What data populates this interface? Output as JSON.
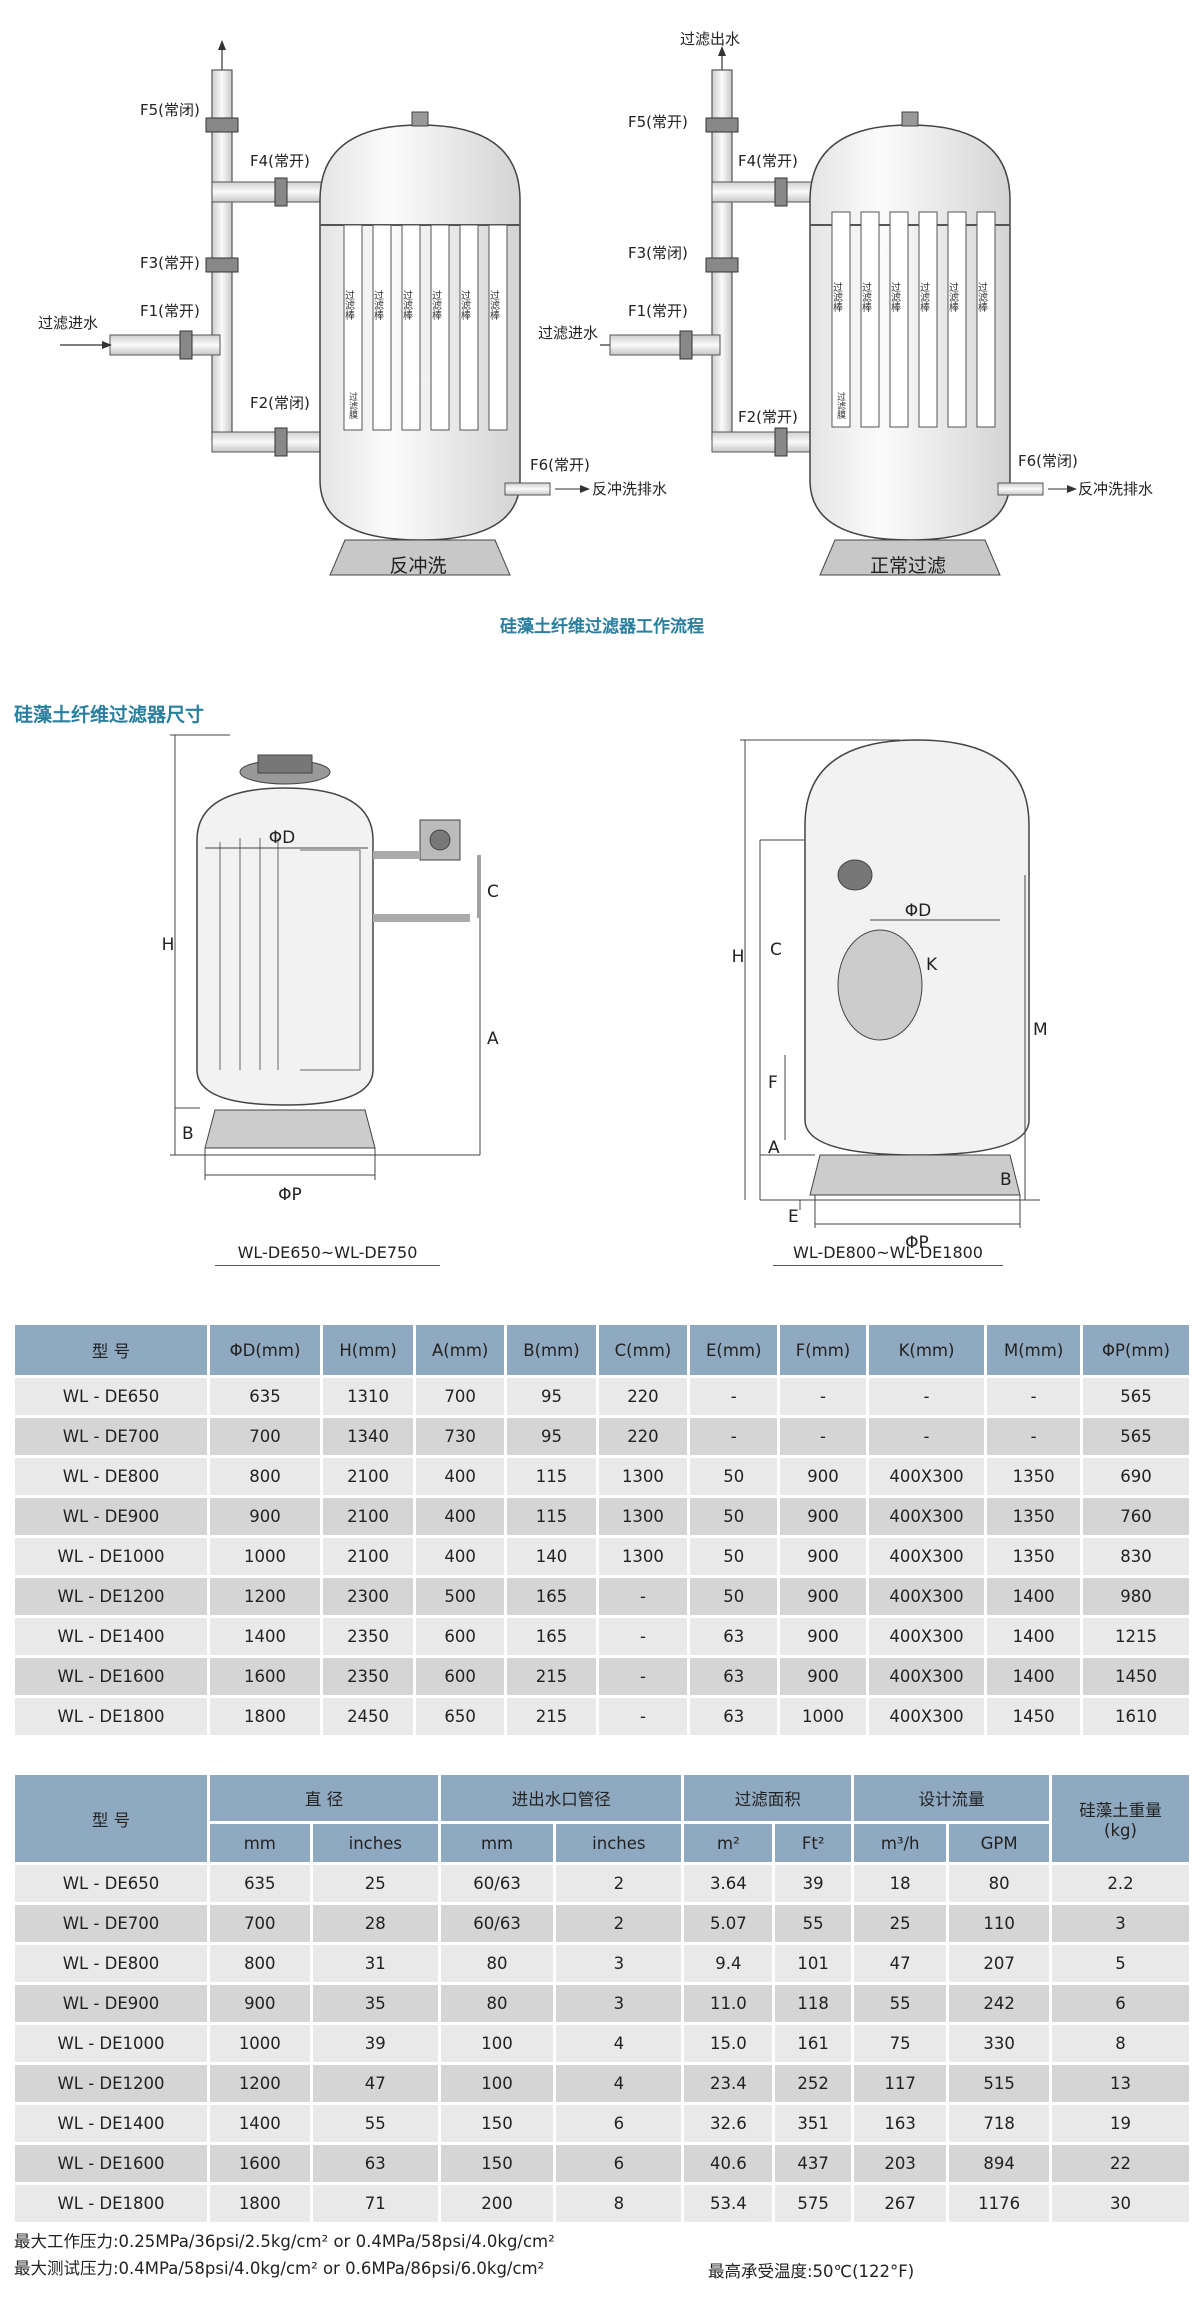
{
  "flow_diagram": {
    "left": {
      "labels": {
        "f5": "F5(常闭)",
        "f4": "F4(常开)",
        "f3": "F3(常开)",
        "f1": "F1(常开)",
        "f2": "F2(常闭)",
        "f6": "F6(常开)",
        "inlet": "过滤进水",
        "drain": "反冲洗排水"
      },
      "rod_text": "过滤棒",
      "film_text": "过滤膜",
      "caption": "反冲洗"
    },
    "right": {
      "labels": {
        "outlet": "过滤出水",
        "f5": "F5(常开)",
        "f4": "F4(常开)",
        "f3": "F3(常闭)",
        "f1": "F1(常开)",
        "f2": "F2(常开)",
        "f6": "F6(常闭)",
        "inlet": "过滤进水",
        "drain": "反冲洗排水"
      },
      "rod_text": "过滤棒",
      "film_text": "过滤膜",
      "caption": "正常过滤"
    },
    "title": "硅藻土纤维过滤器工作流程"
  },
  "dimensions_section": {
    "title": "硅藻土纤维过滤器尺寸",
    "left_model": "WL-DE650~WL-DE750",
    "right_model": "WL-DE800~WL-DE1800",
    "left_labels": {
      "d": "ΦD",
      "h": "H",
      "c": "C",
      "a": "A",
      "b": "B",
      "p": "ΦP"
    },
    "right_labels": {
      "d": "ΦD",
      "h": "H",
      "c": "C",
      "k": "K",
      "m": "M",
      "f": "F",
      "a": "A",
      "b": "B",
      "e": "E",
      "p": "ΦP"
    }
  },
  "spec_table": {
    "headers": [
      "型  号",
      "ΦD(mm)",
      "H(mm)",
      "A(mm)",
      "B(mm)",
      "C(mm)",
      "E(mm)",
      "F(mm)",
      "K(mm)",
      "M(mm)",
      "ΦP(mm)"
    ],
    "rows": [
      [
        "WL - DE650",
        "635",
        "1310",
        "700",
        "95",
        "220",
        "-",
        "-",
        "-",
        "-",
        "565"
      ],
      [
        "WL - DE700",
        "700",
        "1340",
        "730",
        "95",
        "220",
        "-",
        "-",
        "-",
        "-",
        "565"
      ],
      [
        "WL - DE800",
        "800",
        "2100",
        "400",
        "115",
        "1300",
        "50",
        "900",
        "400X300",
        "1350",
        "690"
      ],
      [
        "WL - DE900",
        "900",
        "2100",
        "400",
        "115",
        "1300",
        "50",
        "900",
        "400X300",
        "1350",
        "760"
      ],
      [
        "WL - DE1000",
        "1000",
        "2100",
        "400",
        "140",
        "1300",
        "50",
        "900",
        "400X300",
        "1350",
        "830"
      ],
      [
        "WL - DE1200",
        "1200",
        "2300",
        "500",
        "165",
        "-",
        "50",
        "900",
        "400X300",
        "1400",
        "980"
      ],
      [
        "WL - DE1400",
        "1400",
        "2350",
        "600",
        "165",
        "-",
        "63",
        "900",
        "400X300",
        "1400",
        "1215"
      ],
      [
        "WL - DE1600",
        "1600",
        "2350",
        "600",
        "215",
        "-",
        "63",
        "900",
        "400X300",
        "1400",
        "1450"
      ],
      [
        "WL - DE1800",
        "1800",
        "2450",
        "650",
        "215",
        "-",
        "63",
        "1000",
        "400X300",
        "1450",
        "1610"
      ]
    ]
  },
  "perf_table": {
    "model_header": "型  号",
    "groups": [
      {
        "label": "直  径",
        "subs": [
          "mm",
          "inches"
        ]
      },
      {
        "label": "进出水口管径",
        "subs": [
          "mm",
          "inches"
        ]
      },
      {
        "label": "过滤面积",
        "subs": [
          "m²",
          "Ft²"
        ]
      },
      {
        "label": "设计流量",
        "subs": [
          "m³/h",
          "GPM"
        ]
      }
    ],
    "weight_header": "硅藻土重量",
    "weight_unit": "(kg)",
    "rows": [
      [
        "WL - DE650",
        "635",
        "25",
        "60/63",
        "2",
        "3.64",
        "39",
        "18",
        "80",
        "2.2"
      ],
      [
        "WL - DE700",
        "700",
        "28",
        "60/63",
        "2",
        "5.07",
        "55",
        "25",
        "110",
        "3"
      ],
      [
        "WL - DE800",
        "800",
        "31",
        "80",
        "3",
        "9.4",
        "101",
        "47",
        "207",
        "5"
      ],
      [
        "WL - DE900",
        "900",
        "35",
        "80",
        "3",
        "11.0",
        "118",
        "55",
        "242",
        "6"
      ],
      [
        "WL - DE1000",
        "1000",
        "39",
        "100",
        "4",
        "15.0",
        "161",
        "75",
        "330",
        "8"
      ],
      [
        "WL - DE1200",
        "1200",
        "47",
        "100",
        "4",
        "23.4",
        "252",
        "117",
        "515",
        "13"
      ],
      [
        "WL - DE1400",
        "1400",
        "55",
        "150",
        "6",
        "32.6",
        "351",
        "163",
        "718",
        "19"
      ],
      [
        "WL - DE1600",
        "1600",
        "63",
        "150",
        "6",
        "40.6",
        "437",
        "203",
        "894",
        "22"
      ],
      [
        "WL - DE1800",
        "1800",
        "71",
        "200",
        "8",
        "53.4",
        "575",
        "267",
        "1176",
        "30"
      ]
    ]
  },
  "notes": {
    "max_working": "最大工作压力:0.25MPa/36psi/2.5kg/cm² or 0.4MPa/58psi/4.0kg/cm²",
    "max_test": "最大测试压力:0.4MPa/58psi/4.0kg/cm² or 0.6MPa/86psi/6.0kg/cm²",
    "max_temp": "最高承受温度:50℃(122°F)"
  }
}
